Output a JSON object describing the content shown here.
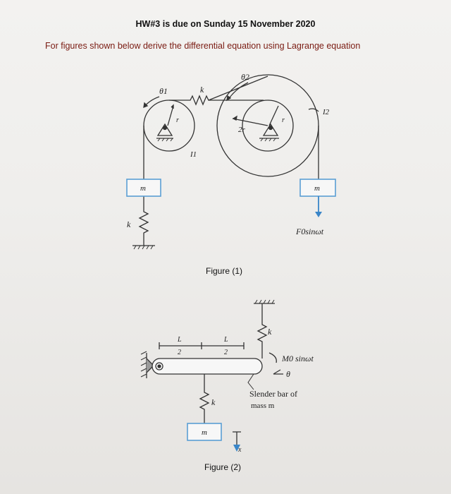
{
  "header": {
    "title": "HW#3 is due on Sunday 15 November 2020",
    "instruction": "For figures shown below derive the differential equation using Lagrange equation"
  },
  "figure1": {
    "theta1": "θ1",
    "theta2": "θ2",
    "spring_top": "k",
    "spring_left": "k",
    "r_left": "r",
    "r_right": "r",
    "two_r": "2r",
    "I1": "I1",
    "I2": "I2",
    "mass_left": "m",
    "mass_right": "m",
    "force": "F0sinωt",
    "caption": "Figure (1)"
  },
  "figure2": {
    "L_half_left": "L",
    "L_half_right": "L",
    "denom_left": "2",
    "denom_right": "2",
    "spring_top": "k",
    "spring_bottom": "k",
    "moment": "M0 sinωt",
    "theta": "θ",
    "bar_label_1": "Slender bar of",
    "bar_label_2": "mass m",
    "mass": "m",
    "x": "x",
    "caption": "Figure (2)"
  },
  "colors": {
    "ink": "#222222",
    "mass_box": "#5a9fd4",
    "force_arrow": "#3a86c8",
    "heading_text": "#7a1b12"
  }
}
